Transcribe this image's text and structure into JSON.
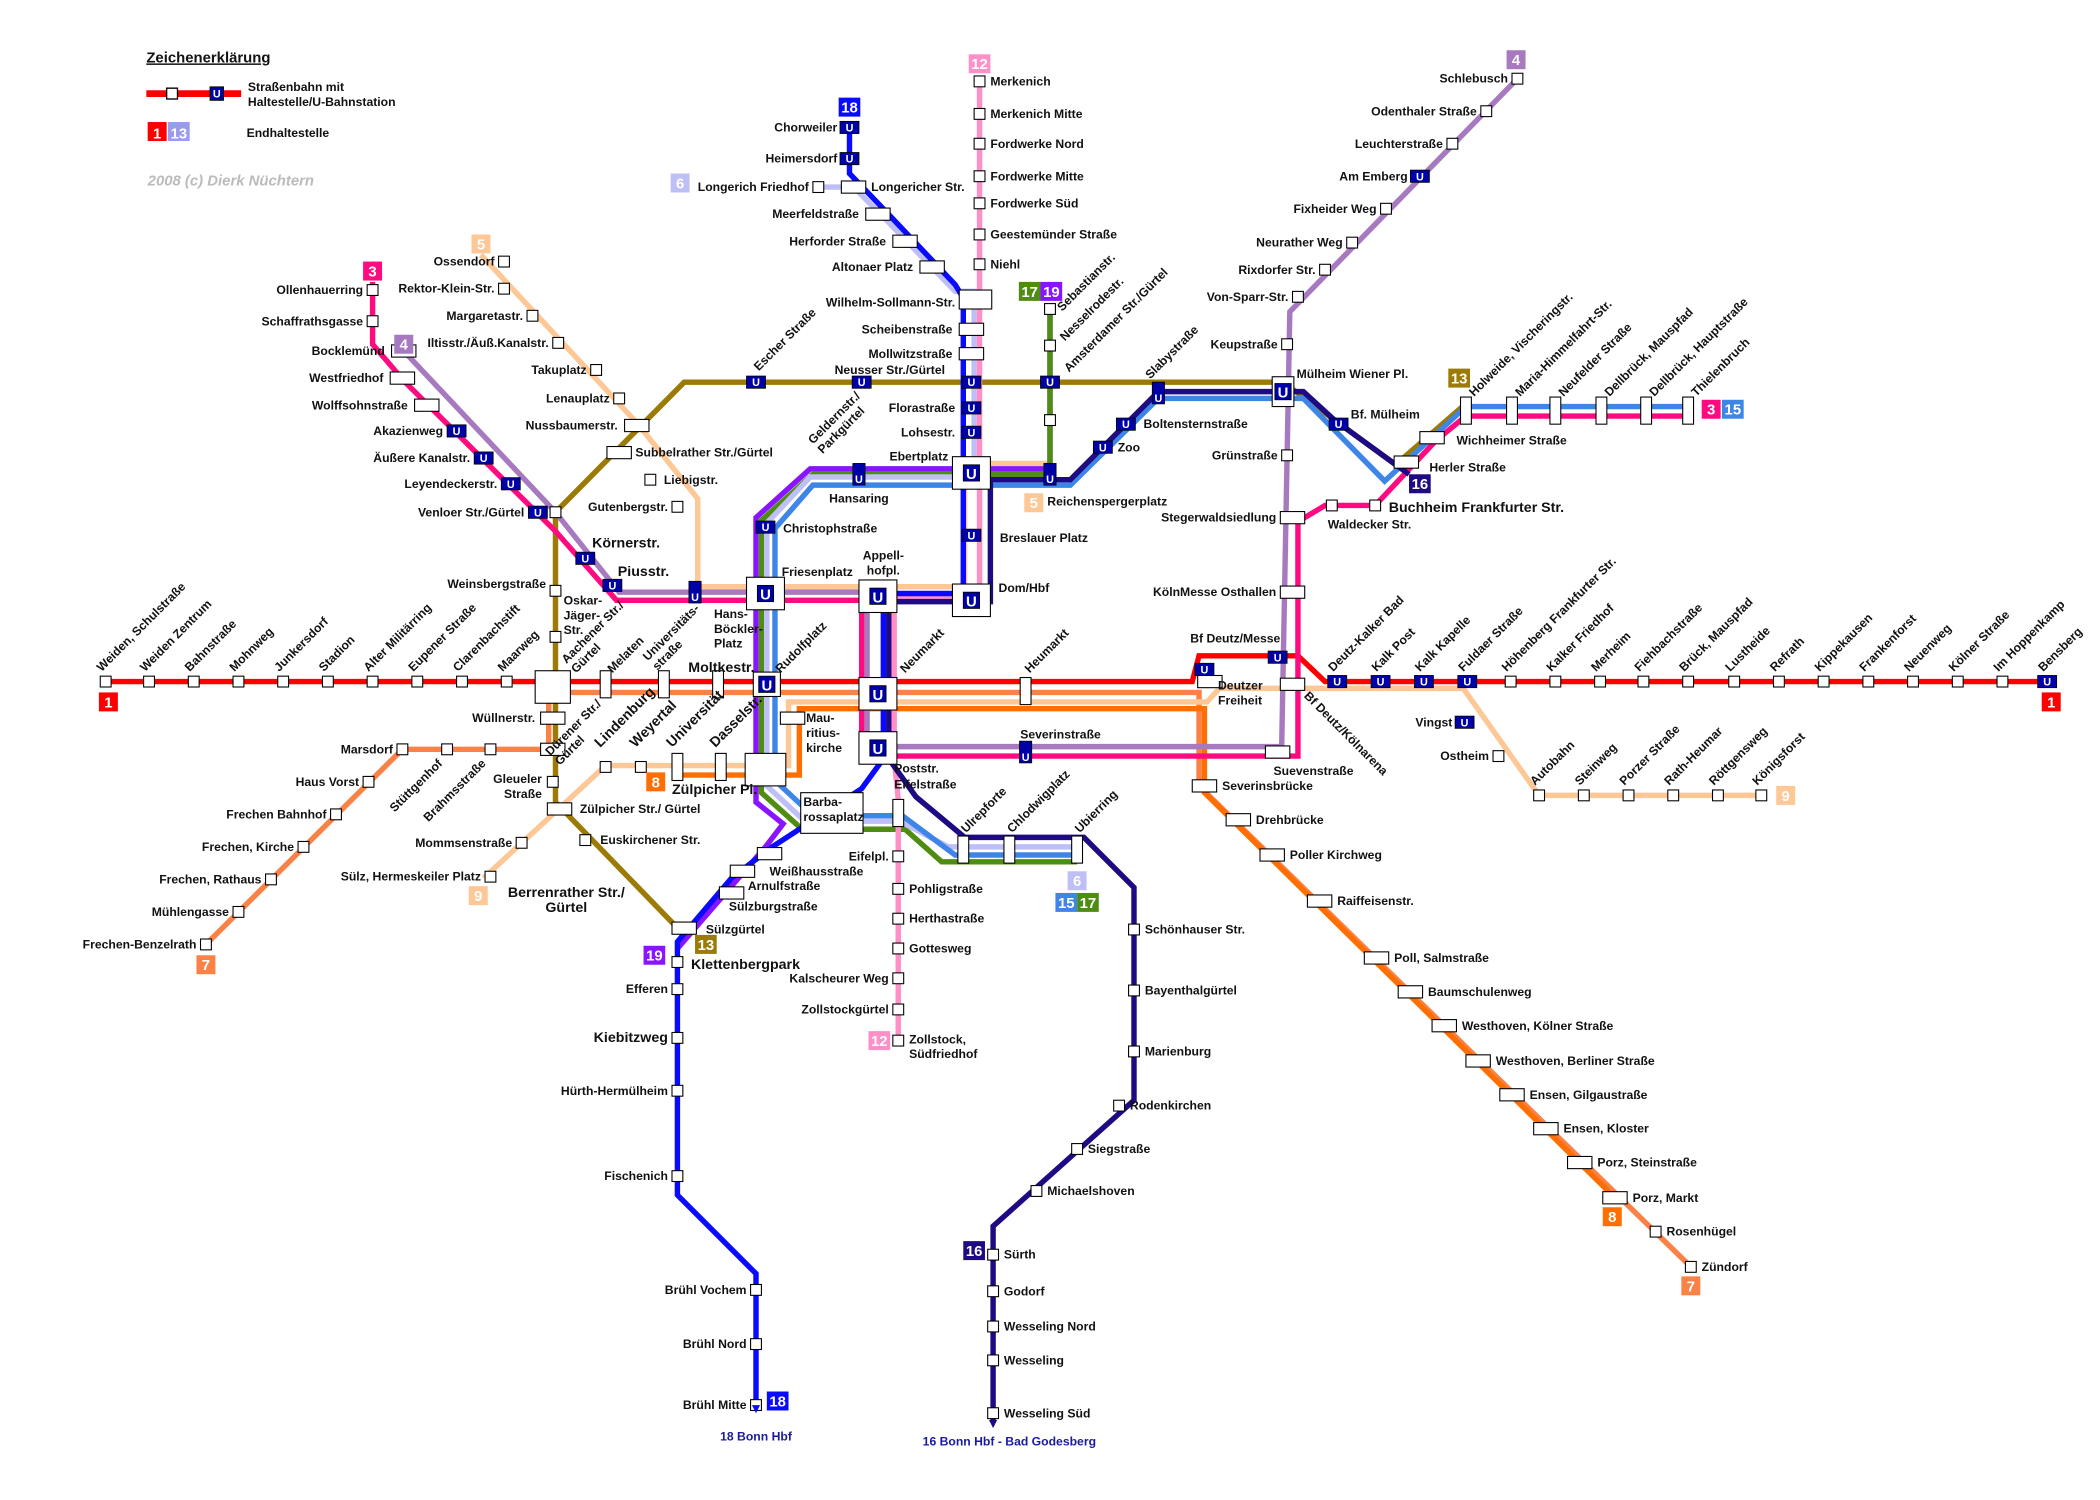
{
  "legend": {
    "title": "Zeichenerklärung",
    "line_desc": [
      "Straßenbahn mit",
      "Haltestelle/U-Bahnstation"
    ],
    "terminal_desc": "Endhaltestelle",
    "terminal_examples": [
      "1",
      "13"
    ],
    "u_symbol": "U",
    "copyright": "2008 (c) Dierk Nüchtern"
  },
  "lines": {
    "1": "#ff0000",
    "3": "#ff0a80",
    "4": "#a77ac0",
    "5": "#fdc796",
    "6": "#bfbff8",
    "7": "#fa8246",
    "8": "#ff6e00",
    "9": "#fdc796",
    "12": "#ff8fc7",
    "13": "#9b7a05",
    "15": "#3d86e8",
    "16": "#1e0a82",
    "17": "#4f8c12",
    "18": "#0a0aff",
    "19": "#8a14ff"
  },
  "u_color": "#0000a8",
  "termini_notes": {
    "l18": "18 Bonn Hbf",
    "l16": "16 Bonn Hbf - Bad Godesberg"
  },
  "stations": {
    "weiden_schul": "Weiden, Schulstraße",
    "weiden_zentrum": "Weiden Zentrum",
    "bahnstr": "Bahnstraße",
    "mohnweg": "Mohnweg",
    "junkersdorf": "Junkersdorf",
    "stadion": "Stadion",
    "alter_mil": "Alter Militärring",
    "eupener": "Eupener Straße",
    "clarenbach": "Clarenbachstift",
    "maarweg": "Maarweg",
    "aachener": "Aachener Str./ Gürtel",
    "melaten": "Melaten",
    "unistr": "Universitäts- straße",
    "moltkestr": "Moltkestr.",
    "rudolfplatz": "Rudolfplatz",
    "neumarkt": "Neumarkt",
    "heumarkt": "Heumarkt",
    "deutzer_freiheit": [
      "Deutzer",
      "Freiheit"
    ],
    "bf_deutz_messe": "Bf Deutz/Messe",
    "deutz_kalker_bad": "Deutz-Kalker Bad",
    "kalk_post": "Kalk Post",
    "kalk_kapelle": "Kalk Kapelle",
    "fuldaer": "Fuldaer Straße",
    "hoehenberg": "Höhenberg Frankfurter Str.",
    "kalker_friedhof": "Kalker Friedhof",
    "merheim": "Merheim",
    "fiehbach": "Fiehbachstraße",
    "brueck_mauspfad": "Brück, Mauspfad",
    "lustheide": "Lustheide",
    "refrath": "Refrath",
    "kippekausen": "Kippekausen",
    "frankenforst": "Frankenforst",
    "neuenweg": "Neuenweg",
    "koelner_str": "Kölner Straße",
    "im_hoppenkamp": "Im Hoppenkamp",
    "bensberg": "Bensberg",
    "ollenhauerring": "Ollenhauerring",
    "schaffrathsgasse": "Schaffrathsgasse",
    "bocklemuend": "Bocklemünd",
    "westfriedhof": "Westfriedhof",
    "wolffsohn": "Wolffsohnstraße",
    "akazienweg": "Akazienweg",
    "aeussere_kanal": "Äußere Kanalstr.",
    "leyendecker": "Leyendeckerstr.",
    "venloer": "Venloer Str./Gürtel",
    "koernerstr": "Körnerstr.",
    "piusstr": "Piusstr.",
    "hans_boeckler": [
      "Hans-",
      "Böckler-",
      "Platz"
    ],
    "friesenplatz": "Friesenplatz",
    "appellhofplatz": [
      "Appell-",
      "hofpl."
    ],
    "domhbf": "Dom/Hbf",
    "christophstr": "Christophstraße",
    "hansaring": "Hansaring",
    "ebertplatz": "Ebertplatz",
    "breslauer": "Breslauer Platz",
    "lohsestr": "Lohsestr.",
    "florastr": "Florastraße",
    "mollwitz": "Mollwitzstraße",
    "scheibenstr": "Scheibenstraße",
    "wilhelm_sollmann": "Wilhelm-Sollmann-Str.",
    "altonaer": "Altonaer Platz",
    "herforder": "Herforder Straße",
    "meerfeld": "Meerfeldstraße",
    "longericher_str": "Longericher Str.",
    "longerich_friedhof": "Longerich Friedhof",
    "heimersdorf": "Heimersdorf",
    "chorweiler": "Chorweiler",
    "merkenich": "Merkenich",
    "merkenich_mitte": "Merkenich Mitte",
    "fordwerke_nord": "Fordwerke Nord",
    "fordwerke_mitte": "Fordwerke Mitte",
    "fordwerke_sued": "Fordwerke Süd",
    "geestemuender": "Geestemünder Straße",
    "niehl": "Niehl",
    "sebastianstr": "Sebastianstr.",
    "nesselrodestr": "Nesselrodestr.",
    "amsterdamer": "Amsterdamer Str./Gürtel",
    "reichensperger": "Reichenspergerplatz",
    "zoo": "Zoo",
    "boltenstern": "Boltensternstraße",
    "slabystr": "Slabystraße",
    "muelheim_wiener": "Mülheim Wiener Pl.",
    "keupstr": "Keupstraße",
    "von_sparr": "Von-Sparr-Str.",
    "rixdorfer": "Rixdorfer Str.",
    "neurather": "Neurather Weg",
    "fixheider": "Fixheider Weg",
    "am_emberg": "Am Emberg",
    "leuchterstr": "Leuchterstraße",
    "odenthaler": "Odenthaler Straße",
    "schlebusch": "Schlebusch",
    "bf_muelheim": "Bf. Mülheim",
    "herler": "Herler Straße",
    "wichheimer": "Wichheimer Straße",
    "holweide": "Holweide, Vischeringstr.",
    "maria_himmelfahrt": "Maria-Himmelfahrt-Str.",
    "neufelder": "Neufelder Straße",
    "dellbrueck_mauspfad": "Dellbrück, Mauspfad",
    "dellbrueck_haupt": "Dellbrück, Hauptstraße",
    "thielenbruch": "Thielenbruch",
    "buchheim": "Buchheim Frankfurter Str.",
    "waldecker": "Waldecker Str.",
    "stegerwald": "Stegerwaldsiedlung",
    "gruenstr": "Grünstraße",
    "koelnmesse": "KölnMesse Osthallen",
    "bf_deutz_arena": "Bf Deutz/Kölnarena",
    "suevenstr": "Suevenstraße",
    "severinsbruecke": "Severinsbrücke",
    "drehbruecke": "Drehbrücke",
    "poller_kirchweg": "Poller Kirchweg",
    "raiffeisen": "Raiffeisenstr.",
    "poll_salm": "Poll, Salmstraße",
    "baumschulenweg": "Baumschulenweg",
    "westhoven_koelner": "Westhoven, Kölner Straße",
    "westhoven_berliner": "Westhoven, Berliner Straße",
    "ensen_gilgau": "Ensen, Gilgaustraße",
    "ensen_kloster": "Ensen, Kloster",
    "porz_stein": "Porz, Steinstraße",
    "porz_markt": "Porz, Markt",
    "rosenhuegel": "Rosenhügel",
    "zuendorf": "Zündorf",
    "severinstr": "Severinstraße",
    "poststr": "Poststr.",
    "eifelstr": "Eifelstraße",
    "barbarossa": [
      "Barba-",
      "rossaplatz"
    ],
    "ulrepforte": "Ulrepforte",
    "chlodwigplatz": "Chlodwigplatz",
    "ubierring": "Ubierring",
    "eifelpl": "Eifelpl.",
    "pohligstr": "Pohligstraße",
    "herthastr": "Herthastraße",
    "gottesweg": "Gottesweg",
    "kalscheurer": "Kalscheurer Weg",
    "zollstockguertel": "Zollstockgürtel",
    "zollstock_sued": [
      "Zollstock,",
      "Südfriedhof"
    ],
    "schoenhauser": "Schönhauser Str.",
    "bayenthal": "Bayenthalgürtel",
    "marienburg": "Marienburg",
    "rodenkirchen": "Rodenkirchen",
    "siegstr": "Siegstraße",
    "michaelshoven": "Michaelshoven",
    "suerth": "Sürth",
    "godorf": "Godorf",
    "wesseling_nord": "Wesseling Nord",
    "wesseling": "Wesseling",
    "wesseling_sued": "Wesseling Süd",
    "weisshaus": "Weißhausstraße",
    "arnulf": "Arnulfstraße",
    "suelzburg": "Sülzburgstraße",
    "suelzguertel": "Sülzgürtel",
    "klettenbergpark": "Klettenbergpark",
    "efferen": "Efferen",
    "kiebitzweg": "Kiebitzweg",
    "huerth": "Hürth-Hermülheim",
    "fischenich": "Fischenich",
    "bruehl_vochem": "Brühl Vochem",
    "bruehl_nord": "Brühl Nord",
    "bruehl_mitte": "Brühl Mitte",
    "weinsberg": "Weinsbergstraße",
    "oskar_jaeger": [
      "Oskar-",
      "Jäger-",
      "Str."
    ],
    "wuellner": "Wüllnerstr.",
    "marsdorf": "Marsdorf",
    "haus_vorst": "Haus Vorst",
    "frechen_bf": "Frechen Bahnhof",
    "frechen_kirche": "Frechen, Kirche",
    "frechen_rathaus": "Frechen, Rathaus",
    "muehlengasse": "Mühlengasse",
    "frechen_benzelrath": "Frechen-Benzelrath",
    "stuettgenhof": "Stüttgenhof",
    "brahmsstr": "Brahmsstraße",
    "gleueler": [
      "Gleueler",
      "Straße"
    ],
    "zuelpicher_guertel": "Zülpicher Str./ Gürtel",
    "euskirchener": "Euskirchener Str.",
    "mommsen": "Mommsenstraße",
    "suelz_hermeskeiler": "Sülz, Hermeskeiler Platz",
    "berrenrather": [
      "Berrenrather Str./",
      "Gürtel"
    ],
    "duerener": "Dürener Str./ Gürtel",
    "lindenburg": "Lindenburg",
    "weyertal": "Weyertal",
    "universitaet": "Universität",
    "dasselstr": "Dasselstr.",
    "zuelpicher_pl": "Zülpicher Pl.",
    "mauritius": [
      "Mau-",
      "ritius-",
      "kirche"
    ],
    "ossendorf": "Ossendorf",
    "rektor_klein": "Rektor-Klein-Str.",
    "margareta": "Margaretastr.",
    "iltis": "Iltisstr./Äuß.Kanalstr.",
    "takuplatz": "Takuplatz",
    "lenauplatz": "Lenauplatz",
    "nussbaumer": "Nussbaumerstr.",
    "subbelrather": "Subbelrather Str./Gürtel",
    "liebigstr": "Liebigstr.",
    "gutenberg": "Gutenbergstr.",
    "escher": "Escher Straße",
    "neusser": "Neusser Str./Gürtel",
    "geldern": "Geldernstr./ Parkgürtel",
    "vingst": "Vingst",
    "ostheim": "Ostheim",
    "autobahn": "Autobahn",
    "steinweg": "Steinweg",
    "porzer": "Porzer Straße",
    "rath_heumar": "Rath-Heumar",
    "roettgensweg": "Röttgensweg",
    "koenigsforst": "Königsforst"
  }
}
